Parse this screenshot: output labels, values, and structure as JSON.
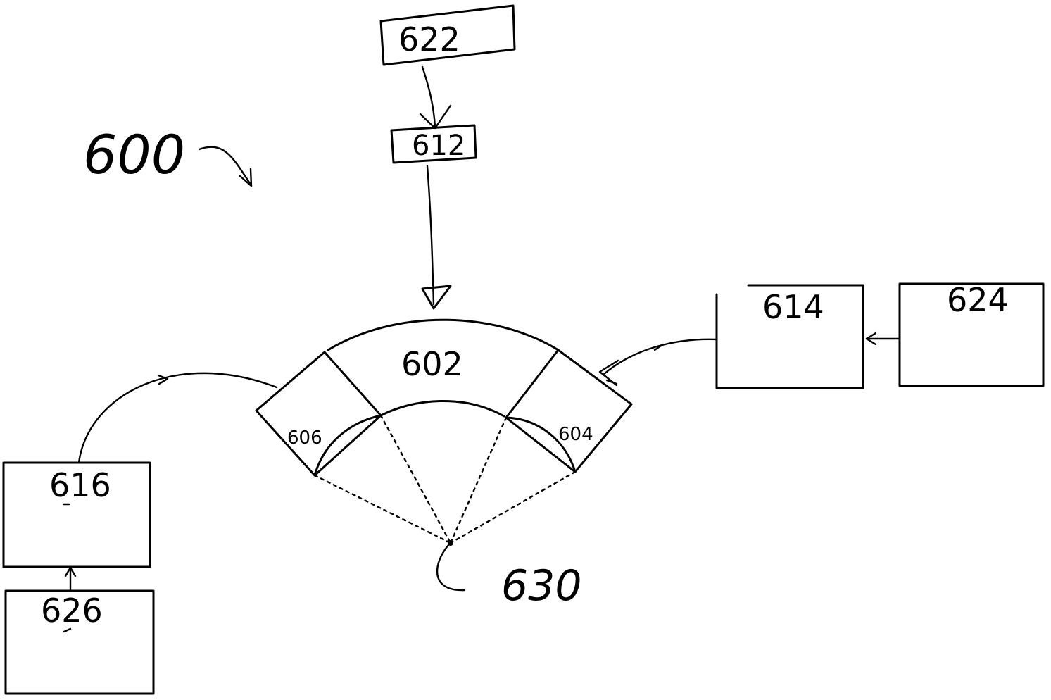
{
  "figure": {
    "number": "600",
    "callout": "630"
  },
  "blocks": [
    {
      "id": "b622",
      "label": "622"
    },
    {
      "id": "b612",
      "label": "612"
    },
    {
      "id": "b614",
      "label": "614"
    },
    {
      "id": "b624",
      "label": "624"
    },
    {
      "id": "b616",
      "label": "616"
    },
    {
      "id": "b626",
      "label": "626"
    }
  ],
  "sectors": {
    "center": "602",
    "right": "604",
    "left": "606"
  }
}
